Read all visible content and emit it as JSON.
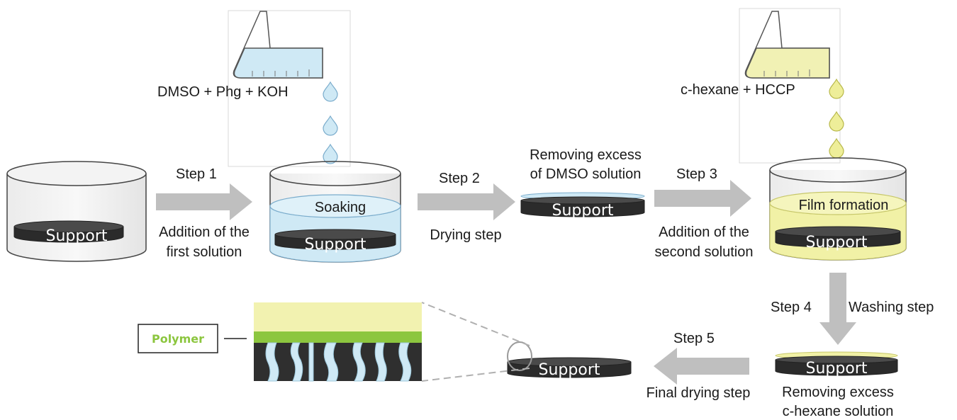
{
  "reagents": {
    "first": "DMSO + Phg + KOH",
    "second": "c-hexane + HCCP"
  },
  "steps": {
    "step1": "Step 1",
    "step2": "Step 2",
    "step3": "Step 3",
    "step4": "Step 4",
    "step5": "Step 5"
  },
  "captions": {
    "step1": [
      "Addition of the",
      "first solution"
    ],
    "step2": "Drying step",
    "step2_top": [
      "Removing excess",
      "of DMSO solution"
    ],
    "step3": [
      "Addition of the",
      "second solution"
    ],
    "step4": "Washing step",
    "step4_bottom": [
      "Removing excess",
      "c-hexane solution"
    ],
    "step5": "Final drying step"
  },
  "labels": {
    "support": "Support",
    "soaking": "Soaking",
    "film": "Film formation",
    "polymer": "Polymer"
  },
  "colors": {
    "dmso_solution": "#d6ecf6",
    "hexane_solution": "#f1f1a6",
    "polymer": "#8cc63f",
    "support": "#3b3b3b",
    "arrow": "#bfbfbf"
  }
}
